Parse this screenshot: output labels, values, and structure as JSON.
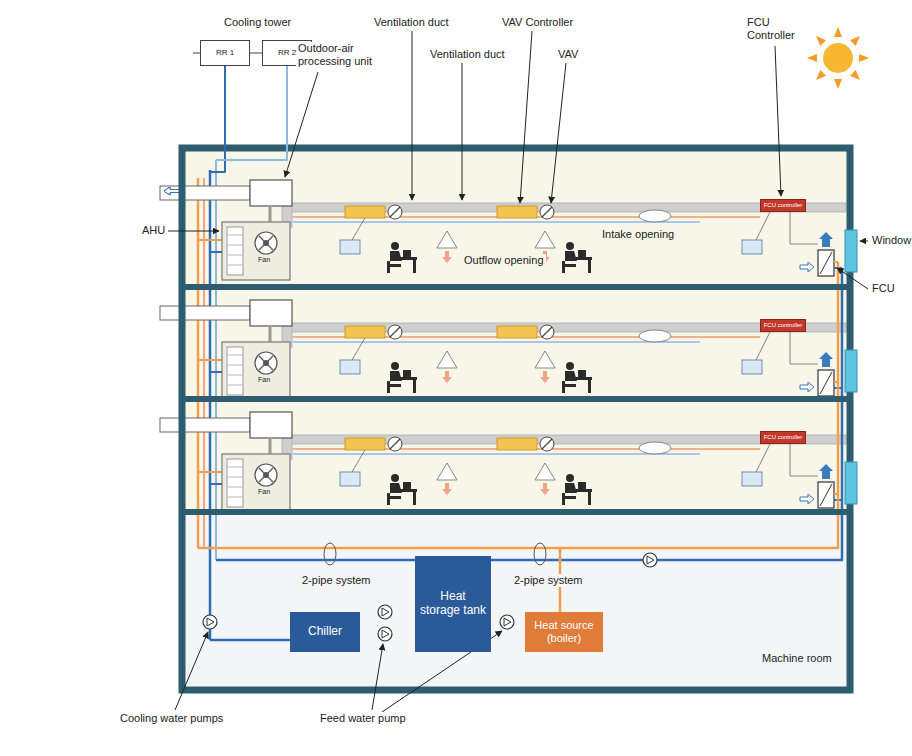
{
  "diagram": {
    "nodes": [
      {
        "text": [
          "RR 1"
        ]
      },
      {
        "text": [
          "RR 2"
        ]
      },
      {
        "text": [
          "FCU controller"
        ]
      },
      {
        "text": [
          "FCU controller"
        ]
      },
      {
        "text": [
          "FCU controller"
        ]
      },
      {
        "text": [
          "Heat storage tank"
        ]
      },
      {
        "text": [
          "Chiller"
        ]
      },
      {
        "text": [
          "Heat source (boiler)"
        ]
      }
    ],
    "edges": [
      {
        "from": 6,
        "to": 5,
        "arrow": "none"
      },
      {
        "from": 5,
        "to": 7,
        "arrow": "none"
      }
    ],
    "labels": [
      "Cooling tower",
      "Outdoor-air processing unit",
      "Ventilation duct",
      "Ventilation duct",
      "VAV Controller",
      "VAV",
      "FCU Controller",
      "AHU",
      "Window",
      "FCU",
      "Outflow opening",
      "Intake opening",
      "Fan",
      "Fan",
      "Fan",
      "2-pipe system",
      "2-pipe system",
      "Machine room",
      "Cooling water pumps",
      "Feed water pump"
    ]
  }
}
